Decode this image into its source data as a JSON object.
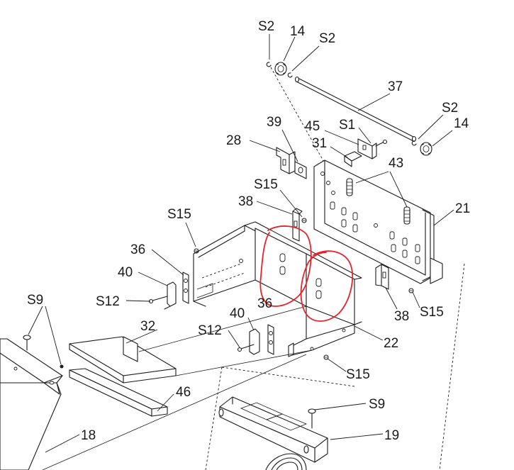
{
  "labels": {
    "l_s2_top": "S2",
    "l_14_top": "14",
    "l_s2_top2": "S2",
    "l_37": "37",
    "l_s2_right": "S2",
    "l_14_right": "14",
    "l_39": "39",
    "l_45": "45",
    "l_s1": "S1",
    "l_28": "28",
    "l_31": "31",
    "l_43": "43",
    "l_s15_a": "S15",
    "l_21": "21",
    "l_38_a": "38",
    "l_s15_b": "S15",
    "l_36_a": "36",
    "l_40_a": "40",
    "l_s12_a": "S12",
    "l_s9_left": "S9",
    "l_36_b": "36",
    "l_38_b": "38",
    "l_s15_c": "S15",
    "l_40_b": "40",
    "l_s12_b": "S12",
    "l_32": "32",
    "l_22": "22",
    "l_s15_d": "S15",
    "l_46": "46",
    "l_s9_right": "S9",
    "l_18": "18",
    "l_19": "19"
  },
  "colors": {
    "line": "#1a1a1a",
    "annotation": "#e8222b",
    "background": "#ffffff"
  }
}
